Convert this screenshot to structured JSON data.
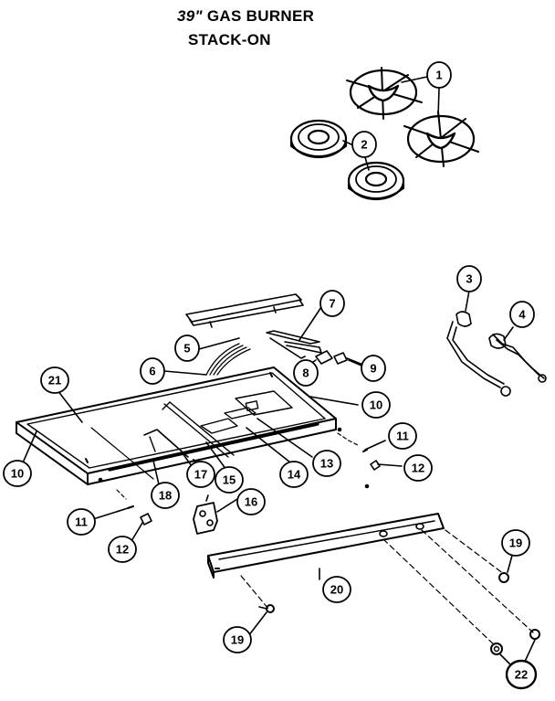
{
  "header": {
    "title_prefix": "39\"",
    "title_rest": "GAS BURNER",
    "subtitle": "STACK-ON"
  },
  "callouts": [
    {
      "id": "c1",
      "label": "1"
    },
    {
      "id": "c2",
      "label": "2"
    },
    {
      "id": "c3",
      "label": "3"
    },
    {
      "id": "c4",
      "label": "4"
    },
    {
      "id": "c5",
      "label": "5"
    },
    {
      "id": "c6",
      "label": "6"
    },
    {
      "id": "c7",
      "label": "7"
    },
    {
      "id": "c8",
      "label": "8"
    },
    {
      "id": "c9",
      "label": "9"
    },
    {
      "id": "c10a",
      "label": "10"
    },
    {
      "id": "c10b",
      "label": "10"
    },
    {
      "id": "c11a",
      "label": "11"
    },
    {
      "id": "c11b",
      "label": "11"
    },
    {
      "id": "c12a",
      "label": "12"
    },
    {
      "id": "c12b",
      "label": "12"
    },
    {
      "id": "c13",
      "label": "13"
    },
    {
      "id": "c14",
      "label": "14"
    },
    {
      "id": "c15",
      "label": "15"
    },
    {
      "id": "c16",
      "label": "16"
    },
    {
      "id": "c17",
      "label": "17"
    },
    {
      "id": "c18",
      "label": "18"
    },
    {
      "id": "c19a",
      "label": "19"
    },
    {
      "id": "c19b",
      "label": "19"
    },
    {
      "id": "c20",
      "label": "20"
    },
    {
      "id": "c21",
      "label": "21"
    },
    {
      "id": "c22",
      "label": "22"
    }
  ]
}
